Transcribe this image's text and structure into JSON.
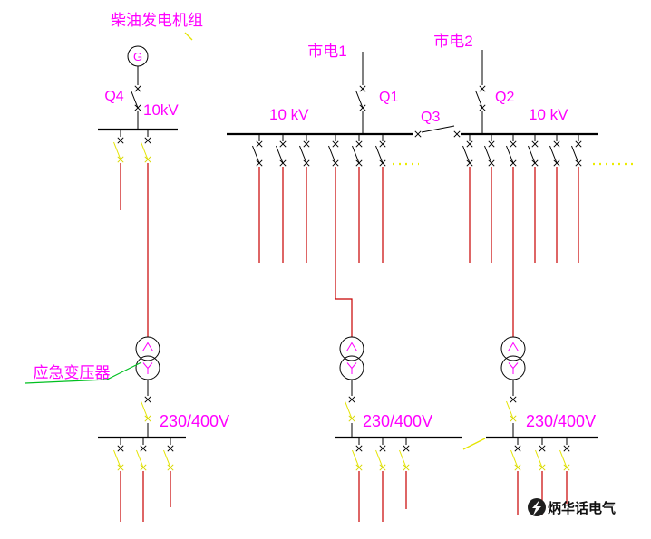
{
  "colors": {
    "label_magenta": "#ff00ff",
    "feeder_red": "#c80000",
    "switch_yellow": "#e4e400",
    "leader_green": "#00c020",
    "line_black": "#000000",
    "background": "#ffffff"
  },
  "labels": {
    "generator_title": "柴油发电机组",
    "generator_letter": "G",
    "breaker_q4": "Q4",
    "voltage_left": "10kV",
    "utility_1": "市电1",
    "breaker_q1": "Q1",
    "voltage_mid": "10 kV",
    "tie_q3": "Q3",
    "utility_2": "市电2",
    "breaker_q2": "Q2",
    "voltage_right": "10 kV",
    "emergency_transformer": "应急变压器",
    "lv_left": "230/400V",
    "lv_mid": "230/400V",
    "lv_right": "230/400V",
    "watermark": "炳华话电气"
  }
}
